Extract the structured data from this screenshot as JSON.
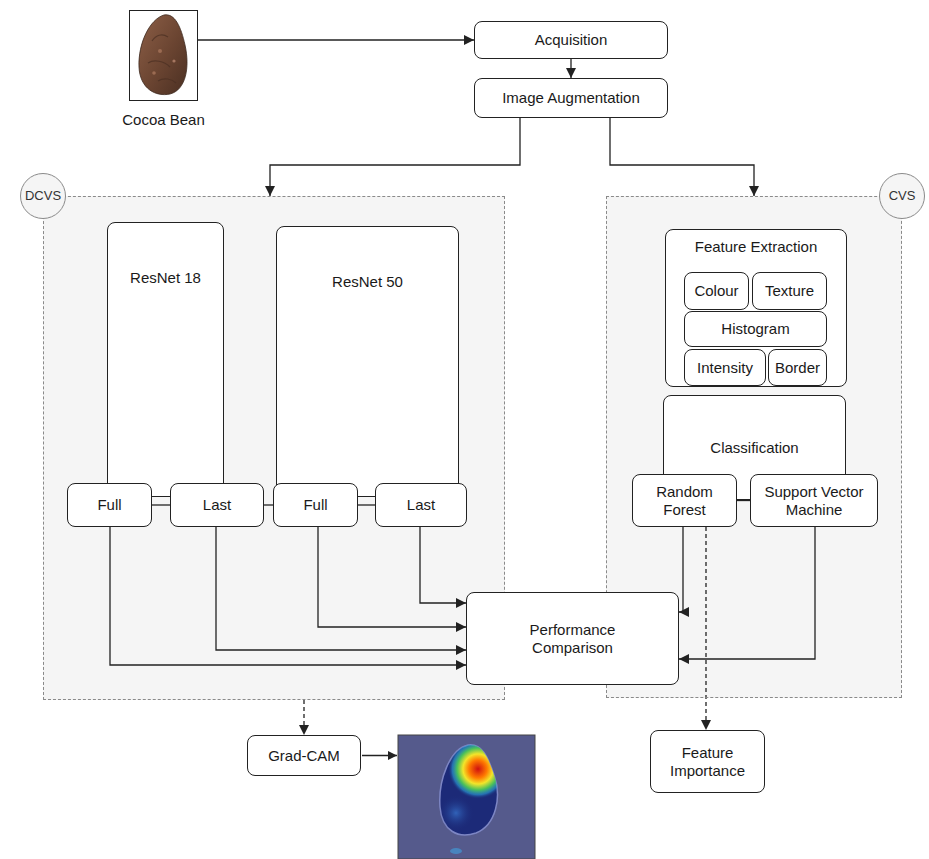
{
  "diagram": {
    "nodes": [
      {
        "text": [
          "Cocoa Bean"
        ]
      },
      {
        "text": [
          "Acquisition"
        ]
      },
      {
        "text": [
          "Image Augmentation"
        ]
      },
      {
        "text": [
          "DCVS"
        ]
      },
      {
        "text": [
          "ResNet 18"
        ],
        "in": 3
      },
      {
        "text": [
          "ResNet 50"
        ],
        "in": 3
      },
      {
        "text": [
          "Full"
        ],
        "in": 3
      },
      {
        "text": [
          "Last"
        ],
        "in": 3
      },
      {
        "text": [
          "Full"
        ],
        "in": 3
      },
      {
        "text": [
          "Last"
        ],
        "in": 3
      },
      {
        "text": [
          "CVS"
        ]
      },
      {
        "text": [
          "Feature Extraction"
        ],
        "in": 10
      },
      {
        "text": [
          "Colour"
        ],
        "in": 11
      },
      {
        "text": [
          "Texture"
        ],
        "in": 11
      },
      {
        "text": [
          "Histogram"
        ],
        "in": 11
      },
      {
        "text": [
          "Intensity"
        ],
        "in": 11
      },
      {
        "text": [
          "Border"
        ],
        "in": 11
      },
      {
        "text": [
          "Classification"
        ],
        "in": 10
      },
      {
        "text": [
          "Random Forest"
        ],
        "in": 10
      },
      {
        "text": [
          "Support Vector Machine"
        ],
        "in": 10
      },
      {
        "text": [
          "Performance Comparison"
        ]
      },
      {
        "text": [
          "Grad-CAM"
        ]
      },
      {
        "text": [
          "Feature Importance"
        ]
      }
    ],
    "edges": [
      {
        "from": 0,
        "to": 1,
        "arrow": "to"
      },
      {
        "from": 1,
        "to": 2,
        "arrow": "to"
      },
      {
        "from": 2,
        "to": 3,
        "arrow": "to"
      },
      {
        "from": 2,
        "to": 10,
        "arrow": "to"
      },
      {
        "from": 6,
        "to": 7,
        "arrow": "none"
      },
      {
        "from": 7,
        "to": 8,
        "arrow": "none"
      },
      {
        "from": 8,
        "to": 9,
        "arrow": "none"
      },
      {
        "from": 18,
        "to": 19,
        "arrow": "none"
      },
      {
        "from": 6,
        "to": 20,
        "arrow": "to"
      },
      {
        "from": 7,
        "to": 20,
        "arrow": "to"
      },
      {
        "from": 8,
        "to": 20,
        "arrow": "to"
      },
      {
        "from": 9,
        "to": 20,
        "arrow": "to"
      },
      {
        "from": 18,
        "to": 20,
        "arrow": "to"
      },
      {
        "from": 19,
        "to": 20,
        "arrow": "to"
      },
      {
        "from": 3,
        "to": 21,
        "arrow": "to"
      },
      {
        "from": 18,
        "to": 22,
        "arrow": "to"
      }
    ]
  }
}
